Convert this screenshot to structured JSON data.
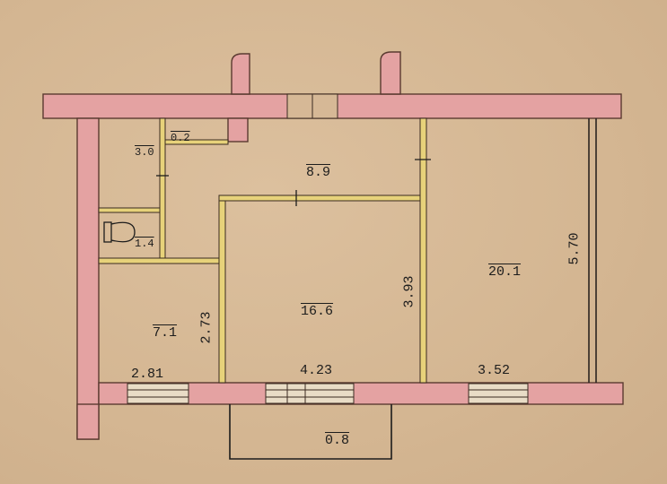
{
  "colors": {
    "paper": "#d6b896",
    "wall": "#e4a2a2",
    "wall_edge": "#5a3a30",
    "partition": "#e7d27a",
    "ink": "#1c1c1c"
  },
  "rooms": [
    {
      "id": "corridor",
      "area": "8.9"
    },
    {
      "id": "living-room",
      "area": "20.1"
    },
    {
      "id": "middle-room",
      "area": "16.6"
    },
    {
      "id": "small-room",
      "area": "7.1"
    },
    {
      "id": "bathroom",
      "area": "3.0"
    },
    {
      "id": "closet",
      "area": "0.2"
    },
    {
      "id": "wc",
      "area": "1.4"
    },
    {
      "id": "balcony",
      "area": "0.8"
    }
  ],
  "dimensions": {
    "width_small_room": "2.81",
    "width_middle_room": "4.23",
    "width_living_room": "3.52",
    "height_small_room": "2.73",
    "height_middle_room": "3.93",
    "height_living_room": "5.70"
  }
}
